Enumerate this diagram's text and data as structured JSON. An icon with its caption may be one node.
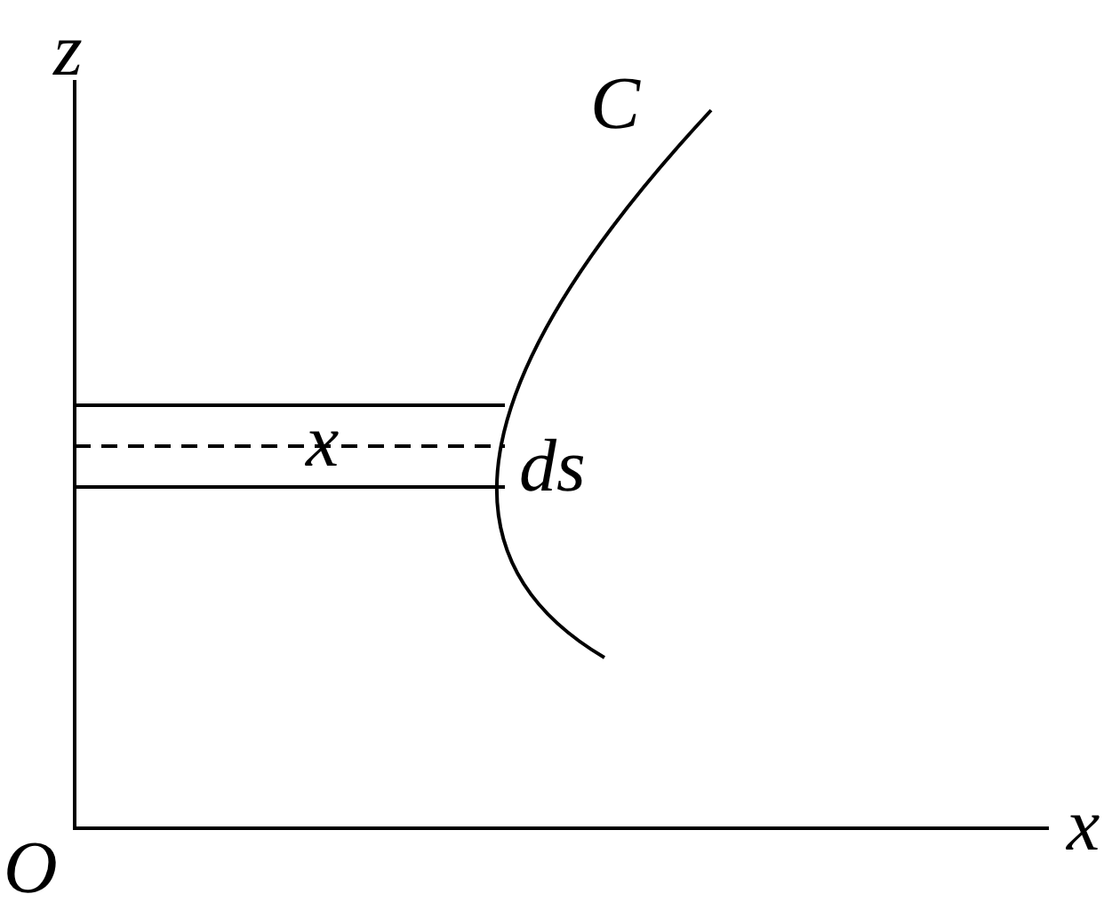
{
  "diagram": {
    "labels": [
      "z",
      "C",
      "x",
      "ds",
      "O",
      "x"
    ]
  }
}
